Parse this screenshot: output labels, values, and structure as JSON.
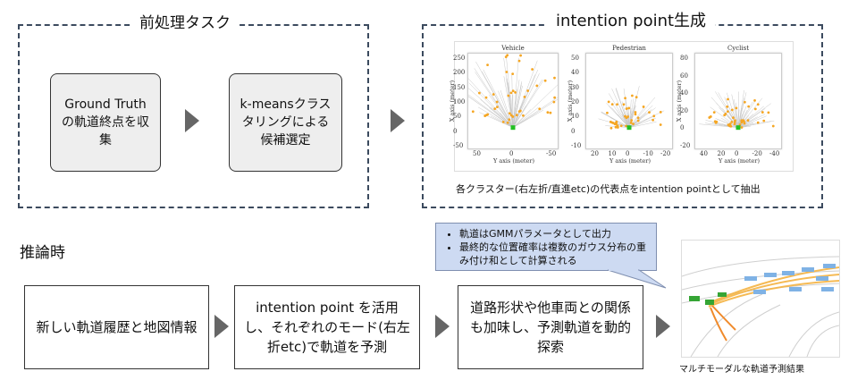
{
  "preprocess": {
    "title": "前処理タスク",
    "box1": "Ground Truthの軌道終点を収集",
    "box2": "k-meansクラスタリングによる候補選定"
  },
  "intention": {
    "title": "intention point生成",
    "plots": [
      {
        "title": "Vehicle",
        "ylabel": "X axis (meter)",
        "xlabel": "Y axis (meter)",
        "yticks": [
          "250",
          "200",
          "150",
          "100",
          "50",
          "0",
          "-50"
        ],
        "xticks": [
          "50",
          "0",
          "-50"
        ]
      },
      {
        "title": "Pedestrian",
        "ylabel": "X axis (meter)",
        "xlabel": "Y axis (meter)",
        "yticks": [
          "50",
          "40",
          "30",
          "20",
          "10",
          "0",
          "-10"
        ],
        "xticks": [
          "20",
          "10",
          "0",
          "-10",
          "-20"
        ]
      },
      {
        "title": "Cyclist",
        "ylabel": "X axis (meter)",
        "xlabel": "Y axis (meter)",
        "yticks": [
          "80",
          "60",
          "40",
          "20",
          "0",
          "-20"
        ],
        "xticks": [
          "40",
          "20",
          "0",
          "-20",
          "-40"
        ]
      }
    ],
    "caption": "各クラスター(右左折/直進etc)の代表点をintention pointとして抽出"
  },
  "inference": {
    "title": "推論時",
    "box1": "新しい軌道履歴と地図情報",
    "box2": "intention point を活用し、それぞれのモード(右左折etc)で軌道を予測",
    "box3": "道路形状や他車両との関係も加味し、予測軌道を動的探索",
    "callout": [
      "軌道はGMMパラメータとして出力",
      "最終的な位置確率は複数のガウス分布の重み付け和として計算される"
    ],
    "result_caption": "マルチモーダルな軌道予測結果"
  },
  "colors": {
    "dash_border": "#3b4a5e",
    "point": "#f5a623",
    "gt": "#22c022",
    "callout_bg": "#cddaf2"
  }
}
